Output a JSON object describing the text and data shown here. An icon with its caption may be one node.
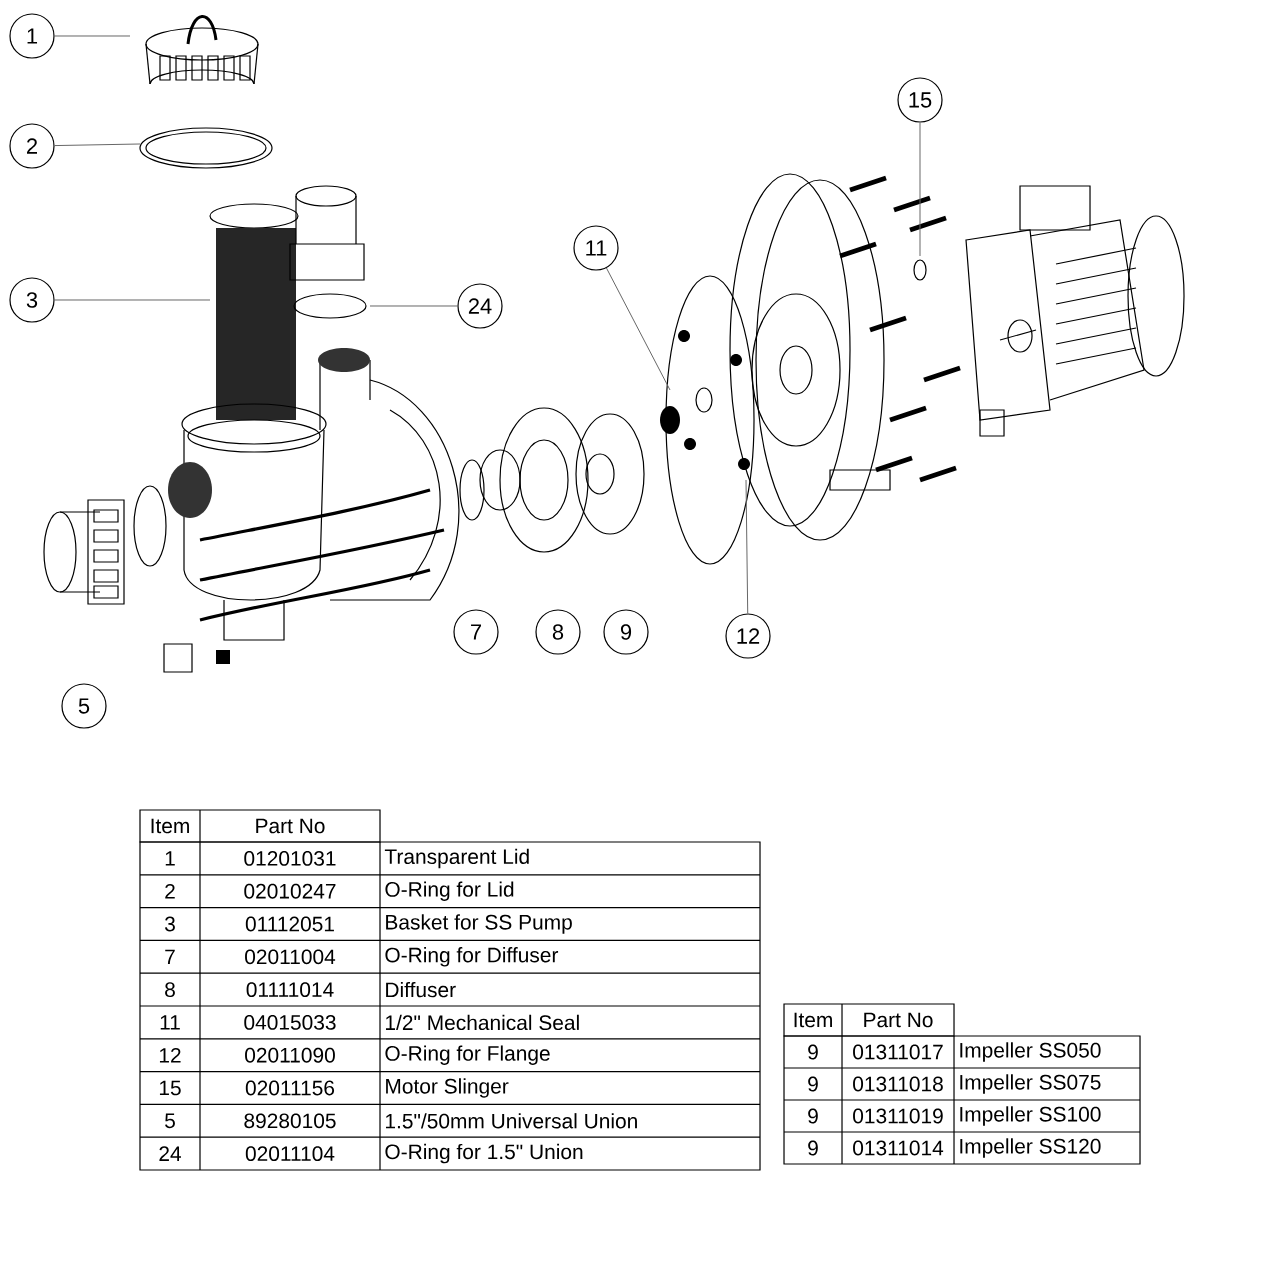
{
  "diagram": {
    "nodes": [
      {
        "text": [
          "1"
        ]
      },
      {
        "text": [
          "2"
        ]
      },
      {
        "text": [
          "3"
        ]
      },
      {
        "text": [
          "24"
        ]
      },
      {
        "text": [
          "11"
        ]
      },
      {
        "text": [
          "15"
        ]
      },
      {
        "text": [
          "5"
        ]
      },
      {
        "text": [
          "7"
        ]
      },
      {
        "text": [
          "8"
        ]
      },
      {
        "text": [
          "9"
        ]
      },
      {
        "text": [
          "12"
        ]
      }
    ],
    "edges": [
      {
        "from": 0,
        "to": null,
        "arrow": "none"
      },
      {
        "from": 1,
        "to": null,
        "arrow": "none"
      },
      {
        "from": 2,
        "to": null,
        "arrow": "none"
      },
      {
        "from": 3,
        "to": null,
        "arrow": "none"
      },
      {
        "from": 4,
        "to": null,
        "arrow": "none"
      },
      {
        "from": 5,
        "to": null,
        "arrow": "none"
      },
      {
        "from": 10,
        "to": null,
        "arrow": "none"
      }
    ],
    "labels": [
      "Item",
      "Part No",
      "1",
      "01201031",
      "Transparent Lid",
      "2",
      "02010247",
      "O-Ring for Lid",
      "3",
      "01112051",
      "Basket for SS Pump",
      "7",
      "02011004",
      "O-Ring for Diffuser",
      "8",
      "01111014",
      "Diffuser",
      "11",
      "04015033",
      "1/2\" Mechanical Seal",
      "12",
      "02011090",
      "O-Ring for Flange",
      "15",
      "02011156",
      "Motor Slinger",
      "5",
      "89280105",
      "1.5\"/50mm Universal Union",
      "24",
      "02011104",
      "O-Ring for 1.5\" Union",
      "Item",
      "Part No",
      "9",
      "01311017",
      "Impeller SS050",
      "9",
      "01311018",
      "Impeller SS075",
      "9",
      "01311019",
      "Impeller SS100",
      "9",
      "01311014",
      "Impeller SS120"
    ]
  }
}
